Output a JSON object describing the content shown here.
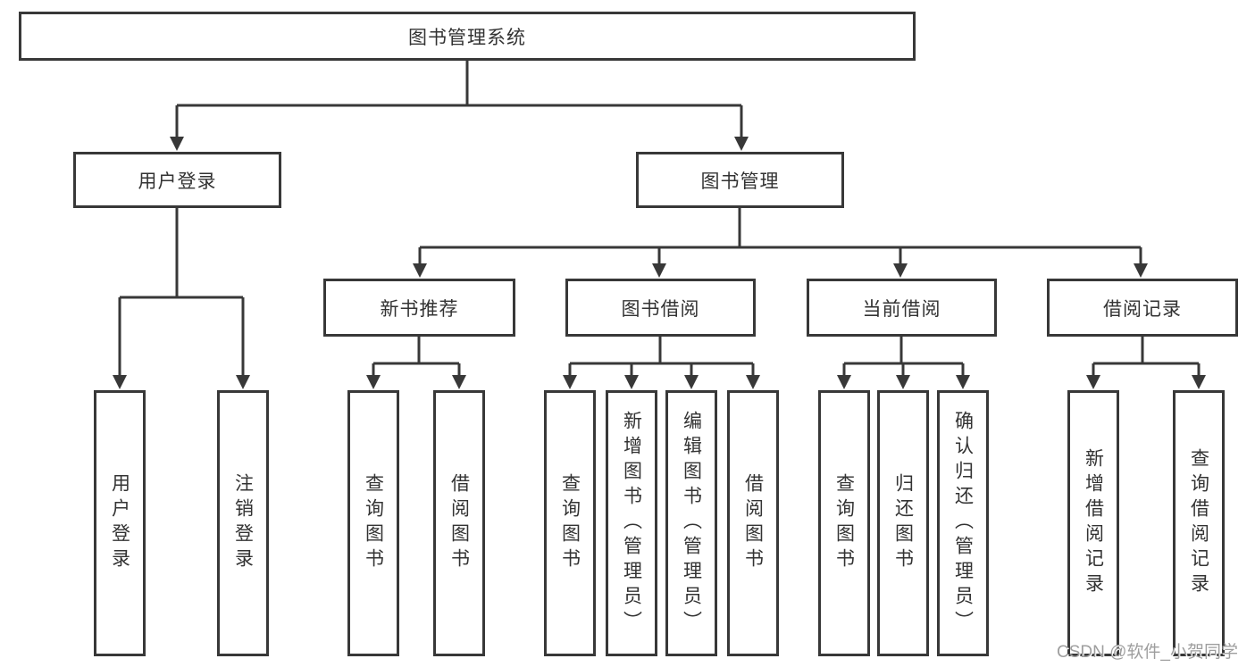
{
  "tree": {
    "root": {
      "label": "图书管理系统",
      "children": [
        {
          "label": "用户登录",
          "children": [
            {
              "label": "用户登录"
            },
            {
              "label": "注销登录"
            }
          ]
        },
        {
          "label": "图书管理",
          "children": [
            {
              "label": "新书推荐",
              "children": [
                {
                  "label": "查询图书"
                },
                {
                  "label": "借阅图书"
                }
              ]
            },
            {
              "label": "图书借阅",
              "children": [
                {
                  "label": "查询图书"
                },
                {
                  "label": "新增图书（管理员）"
                },
                {
                  "label": "编辑图书（管理员）"
                },
                {
                  "label": "借阅图书"
                }
              ]
            },
            {
              "label": "当前借阅",
              "children": [
                {
                  "label": "查询图书"
                },
                {
                  "label": "归还图书"
                },
                {
                  "label": "确认归还（管理员）"
                }
              ]
            },
            {
              "label": "借阅记录",
              "children": [
                {
                  "label": "新增借阅记录"
                },
                {
                  "label": "查询借阅记录"
                }
              ]
            }
          ]
        }
      ]
    }
  },
  "watermark": {
    "text": "CSDN @软件_小贺同学"
  },
  "colors": {
    "line": "#383838",
    "text": "#333333",
    "box_background": "#ffffff",
    "watermark": "#9e9e9e"
  }
}
